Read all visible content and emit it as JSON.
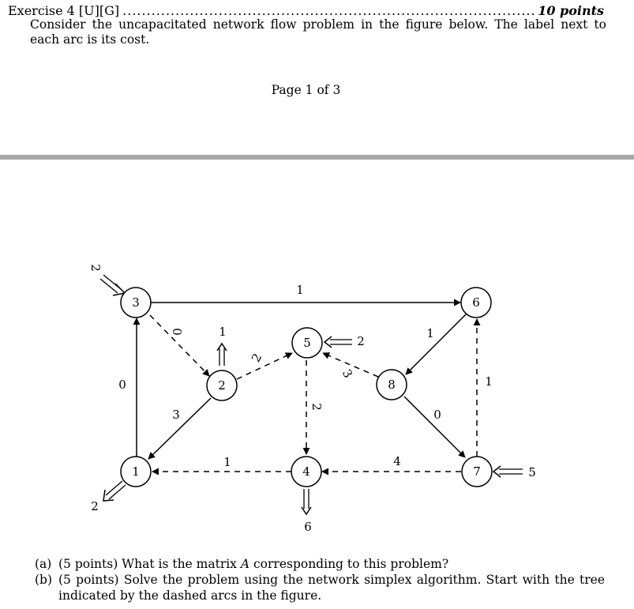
{
  "header": {
    "title": "Exercise 4 [U][G]",
    "points": "10 points",
    "intro": "Consider the uncapacitated network flow problem in the figure below. The label next to each arc is its cost."
  },
  "page_number": "Page 1 of 3",
  "figure": {
    "nodes": [
      "1",
      "2",
      "3",
      "4",
      "5",
      "6",
      "7",
      "8"
    ],
    "arc_costs": {
      "c31": "0",
      "c21": "3",
      "c32": "0",
      "c25": "2",
      "c36": "1",
      "c45": "2",
      "c85": "3",
      "c68": "1",
      "c87": "0",
      "c76": "1",
      "c14": "1",
      "c74": "4"
    },
    "supplies": {
      "node3": "2",
      "node1": "2",
      "node2": "1",
      "node5": "2",
      "node4": "6",
      "node7": "5"
    }
  },
  "questions": [
    {
      "label": "(a)",
      "pre": "(5 points) What is the matrix ",
      "var": "A",
      "post": " corresponding to this problem?"
    },
    {
      "label": "(b)",
      "pre": "(5 points) Solve the problem using the network simplex algorithm. Start with the tree indicated by the dashed arcs in the figure.",
      "var": "",
      "post": ""
    }
  ]
}
